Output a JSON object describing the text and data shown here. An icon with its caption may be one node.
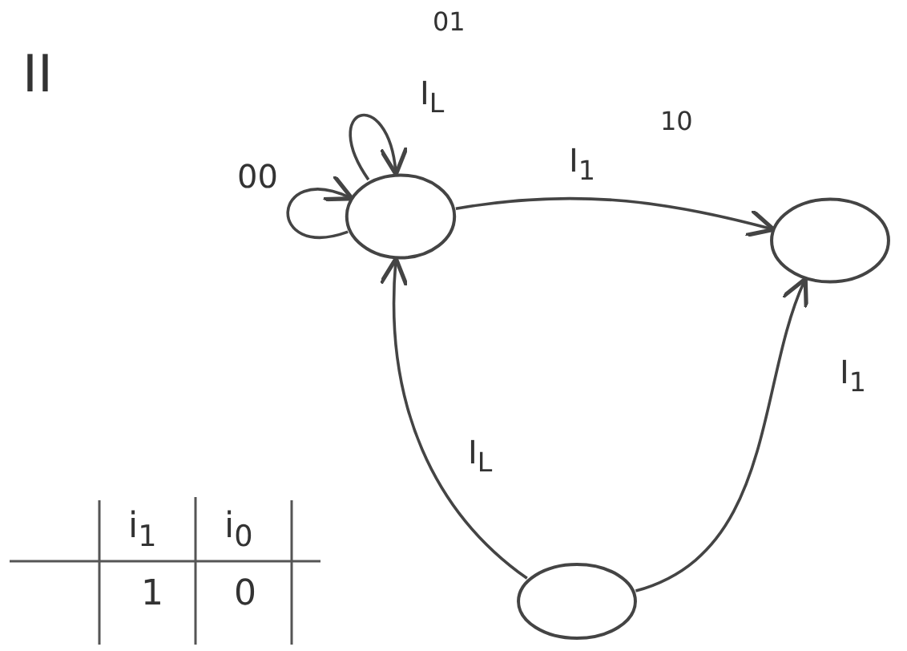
{
  "diagram": {
    "nodes": [
      {
        "text": [],
        "shape": "circle"
      },
      {
        "text": [],
        "shape": "circle"
      },
      {
        "text": [],
        "shape": "circle"
      }
    ],
    "edges": [
      {
        "from": 0,
        "to": 0,
        "arrow": "to",
        "label": "00"
      },
      {
        "from": 0,
        "to": 0,
        "arrow": "to",
        "label": "I$_{L}$"
      },
      {
        "from": 0,
        "to": 1,
        "arrow": "to",
        "label": "I$_{1}$"
      },
      {
        "from": 2,
        "to": 1,
        "arrow": "to",
        "label": "I$_{1}$"
      },
      {
        "from": 2,
        "to": 0,
        "arrow": "to",
        "label": "I$_{L}$"
      }
    ],
    "labels": [
      "II",
      "01",
      "10",
      "i$_{1}$",
      "i$_{0}$",
      "1",
      "0"
    ]
  }
}
